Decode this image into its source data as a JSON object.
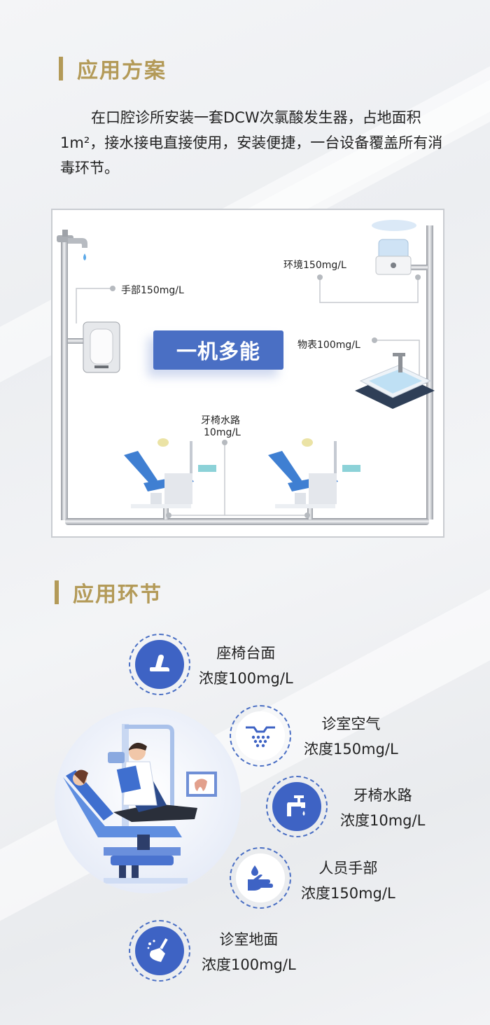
{
  "section1": {
    "title": "应用方案",
    "paragraph": "在口腔诊所安装一套DCW次氯酸发生器，占地面积1m²，接水接电直接使用，安装便捷，一台设备覆盖所有消毒环节。"
  },
  "diagram": {
    "badge": "一机多能",
    "labels": {
      "hand": "手部150mg/L",
      "environment": "环境150mg/L",
      "surface": "物表100mg/L",
      "chair_line1": "牙椅水路",
      "chair_line2": "10mg/L"
    },
    "colors": {
      "pipe": "#b9bcc2",
      "badge": "#4a6fc4",
      "accent_blue": "#3e63c4"
    }
  },
  "section2": {
    "title": "应用环节",
    "items": [
      {
        "name": "座椅台面",
        "concentration": "浓度100mg/L",
        "icon": "chair-seat-icon"
      },
      {
        "name": "诊室空气",
        "concentration": "浓度150mg/L",
        "icon": "air-mist-icon"
      },
      {
        "name": "牙椅水路",
        "concentration": "浓度10mg/L",
        "icon": "water-faucet-icon"
      },
      {
        "name": "人员手部",
        "concentration": "浓度150mg/L",
        "icon": "hand-drop-icon"
      },
      {
        "name": "诊室地面",
        "concentration": "浓度100mg/L",
        "icon": "broom-icon"
      }
    ]
  }
}
